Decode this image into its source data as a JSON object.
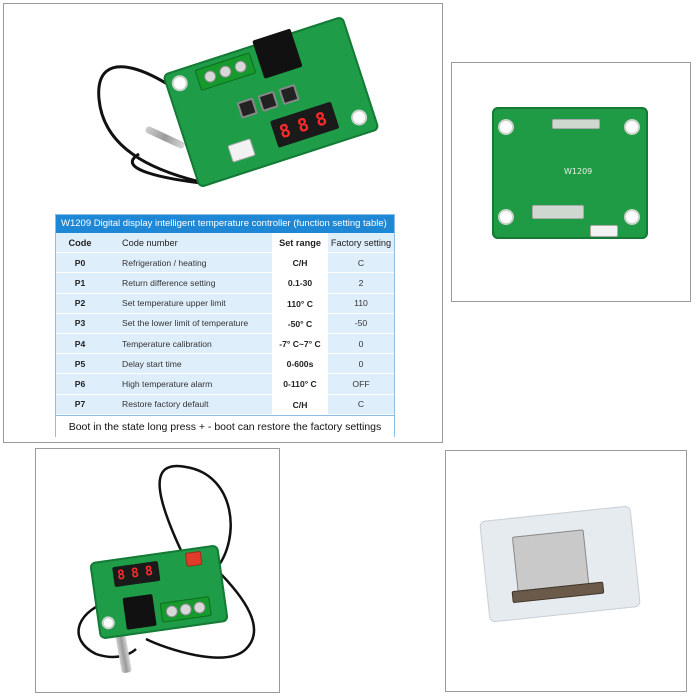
{
  "table": {
    "title": "W1209 Digital display intelligent temperature controller (function setting table)",
    "headers": [
      "Code",
      "Code number",
      "Set range",
      "Factory setting"
    ],
    "rows": [
      [
        "P0",
        "Refrigeration / heating",
        "C/H",
        "C"
      ],
      [
        "P1",
        "Return difference setting",
        "0.1-30",
        "2"
      ],
      [
        "P2",
        "Set temperature upper limit",
        "110° C",
        "110"
      ],
      [
        "P3",
        "Set the lower limit of temperature",
        "-50° C",
        "-50"
      ],
      [
        "P4",
        "Temperature calibration",
        "-7° C~7° C",
        "0"
      ],
      [
        "P5",
        "Delay start time",
        "0-600s",
        "0"
      ],
      [
        "P6",
        "High temperature alarm",
        "0-110° C",
        "OFF"
      ],
      [
        "P7",
        "Restore factory default",
        "C/H",
        "C"
      ]
    ],
    "footer": "Boot in the state long press + - boot can restore the factory settings"
  },
  "board_back_label": "W1209",
  "colors": {
    "pcb": "#1e9c48",
    "table_header": "#1e88d6",
    "table_bg": "#dfeefb",
    "display_led": "#ff2a2a"
  }
}
